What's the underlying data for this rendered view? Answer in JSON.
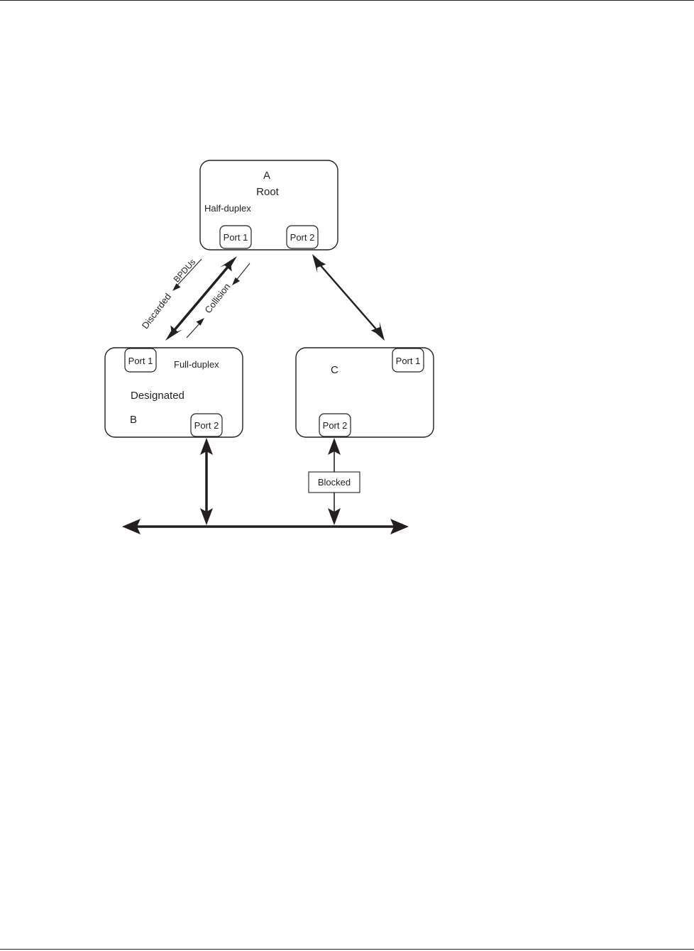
{
  "switch_a": {
    "id": "A",
    "role": "Root",
    "mode": "Half-duplex",
    "port1": "Port 1",
    "port2": "Port 2"
  },
  "switch_b": {
    "id": "B",
    "role": "Designated",
    "mode": "Full-duplex",
    "port1": "Port 1",
    "port2": "Port 2"
  },
  "switch_c": {
    "id": "C",
    "port1": "Port 1",
    "port2": "Port 2"
  },
  "link_ab": {
    "discarded_label": "Discarded",
    "bpdus_label": "BPDUs",
    "collision_label": "Collision"
  },
  "link_c_bus": {
    "blocked_label": "Blocked"
  },
  "colors": {
    "ink": "#231f20",
    "background": "#ffffff"
  }
}
